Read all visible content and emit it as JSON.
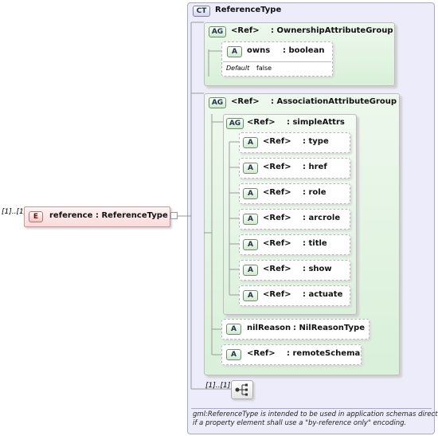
{
  "complex_type": {
    "badge": "CT",
    "name": "ReferenceType"
  },
  "ownership_group": {
    "badge": "AG",
    "ref": "<Ref>",
    "type": ": OwnershipAttributeGroup"
  },
  "owns_attr": {
    "badge": "A",
    "name": "owns",
    "type": ": boolean",
    "default_label": "Default",
    "default_value": "false"
  },
  "association_group": {
    "badge": "AG",
    "ref": "<Ref>",
    "type": ": AssociationAttributeGroup"
  },
  "simple_attrs": {
    "badge": "AG",
    "ref": "<Ref>",
    "type": ": simpleAttrs",
    "items": [
      {
        "badge": "A",
        "ref": "<Ref>",
        "type": ": type"
      },
      {
        "badge": "A",
        "ref": "<Ref>",
        "type": ": href"
      },
      {
        "badge": "A",
        "ref": "<Ref>",
        "type": ": role"
      },
      {
        "badge": "A",
        "ref": "<Ref>",
        "type": ": arcrole"
      },
      {
        "badge": "A",
        "ref": "<Ref>",
        "type": ": title"
      },
      {
        "badge": "A",
        "ref": "<Ref>",
        "type": ": show"
      },
      {
        "badge": "A",
        "ref": "<Ref>",
        "type": ": actuate"
      }
    ]
  },
  "nil_reason": {
    "badge": "A",
    "name": "nilReason",
    "type": ": NilReasonType"
  },
  "remote_schema": {
    "badge": "A",
    "ref": "<Ref>",
    "type": ": remoteSchema"
  },
  "element": {
    "cardinality": "[1]..[1]",
    "badge": "E",
    "name": "reference",
    "type": ": ReferenceType"
  },
  "sequence": {
    "cardinality": "[1]..[1]"
  },
  "documentation": {
    "line1": "gml:ReferenceType is intended to be used in application schemas directly,",
    "line2": "if a property element shall use a \"by-reference only\" encoding."
  }
}
